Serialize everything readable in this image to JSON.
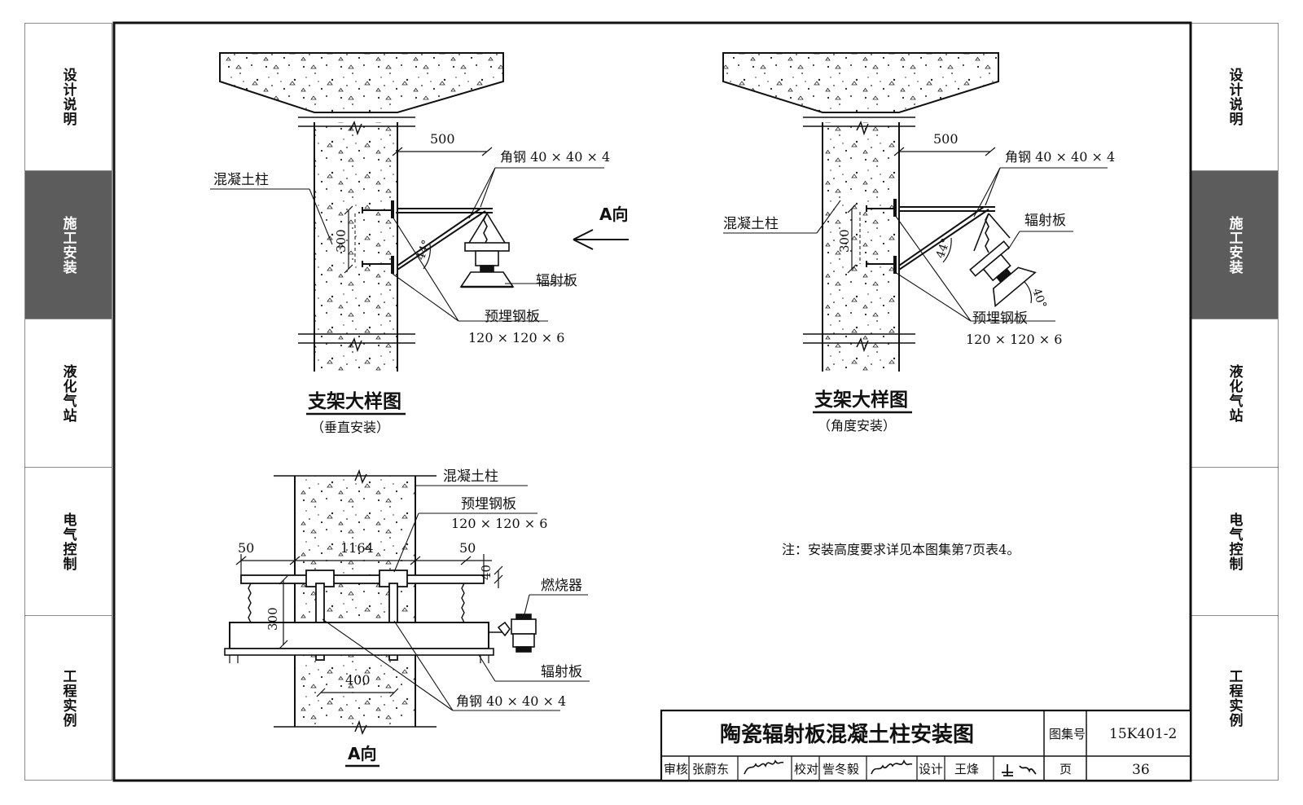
{
  "side_tabs_left": [
    "设计说明",
    "施工安装",
    "液化气站",
    "电气控制",
    "工程实例"
  ],
  "side_tabs_right": [
    "设计说明",
    "施工安装",
    "液化气站",
    "电气控制",
    "工程实例"
  ],
  "active_tab_index": 1,
  "detail_vertical": {
    "title": "支架大样图",
    "subtitle": "（垂直安装）",
    "dim_500": "500",
    "angle_steel": "角钢  40 × 40 × 4",
    "column_label": "混凝土柱",
    "dim_300": "300",
    "angle_44": "44°",
    "radiant_panel": "辐射板",
    "embed_plate": "预埋钢板",
    "embed_plate_size": "120 × 120 × 6"
  },
  "direction_label": "A向",
  "detail_angled": {
    "title": "支架大样图",
    "subtitle": "（角度安装）",
    "dim_500": "500",
    "angle_steel": "角钢  40 × 40 × 4",
    "column_label": "混凝土柱",
    "dim_300": "300",
    "angle_44": "44°",
    "angle_40": "40°",
    "radiant_panel": "辐射板",
    "embed_plate": "预埋钢板",
    "embed_plate_size": "120 × 120 × 6"
  },
  "view_a": {
    "title": "A向",
    "column_label": "混凝土柱",
    "embed_plate": "预埋钢板",
    "embed_plate_size": "120 × 120 × 6",
    "dim_50_left": "50",
    "dim_1164": "1164",
    "dim_50_right": "50",
    "dim_40": "40",
    "dim_300": "300",
    "dim_400": "400",
    "burner": "燃烧器",
    "radiant_panel": "辐射板",
    "angle_steel": "角钢  40 × 40 × 4"
  },
  "note": "注：安装高度要求详见本图集第7页表4。",
  "title_block": {
    "drawing_title": "陶瓷辐射板混凝土柱安装图",
    "atlas_no_label": "图集号",
    "atlas_no": "15K401-2",
    "review_label": "审核",
    "reviewer": "张蔚东",
    "check_label": "校对",
    "checker": "訾冬毅",
    "design_label": "设计",
    "designer": "王烽",
    "page_label": "页",
    "page": "36"
  },
  "colors": {
    "line": "#111111",
    "active_tab": "#5c5c5c",
    "border": "#8a8a8a"
  }
}
